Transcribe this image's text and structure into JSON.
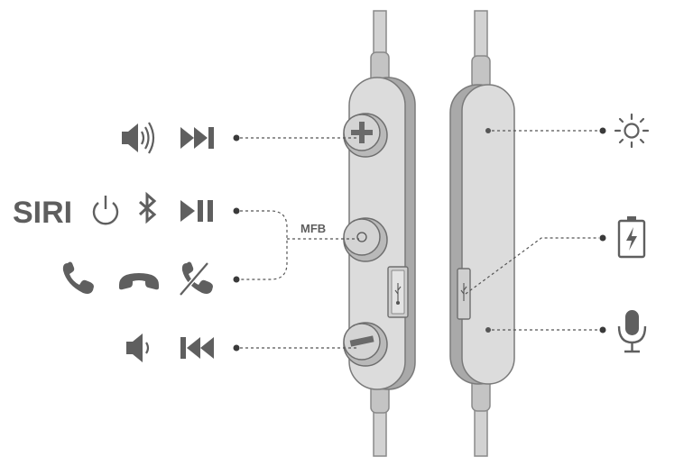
{
  "labels": {
    "siri": "SIRI",
    "mfb": "MFB"
  },
  "colors": {
    "icon": "#5f5f5f",
    "remote_face": "#d9d9d9",
    "remote_side": "#a8a8a8",
    "cable": "#cfcfcf"
  },
  "front_remote": {
    "buttons": [
      "volume-up-button",
      "multi-function-button",
      "volume-down-button"
    ],
    "port": "micro-usb-port"
  },
  "left_icons": {
    "row1": [
      "volume-up-icon",
      "next-track-icon"
    ],
    "row2": [
      "siri-text",
      "power-icon",
      "bluetooth-icon",
      "play-pause-icon"
    ],
    "row3": [
      "answer-call-icon",
      "hang-up-icon",
      "reject-call-icon"
    ],
    "row4": [
      "volume-down-icon",
      "previous-track-icon"
    ]
  },
  "right_icons": [
    "led-indicator-icon",
    "battery-charging-icon",
    "microphone-icon"
  ]
}
